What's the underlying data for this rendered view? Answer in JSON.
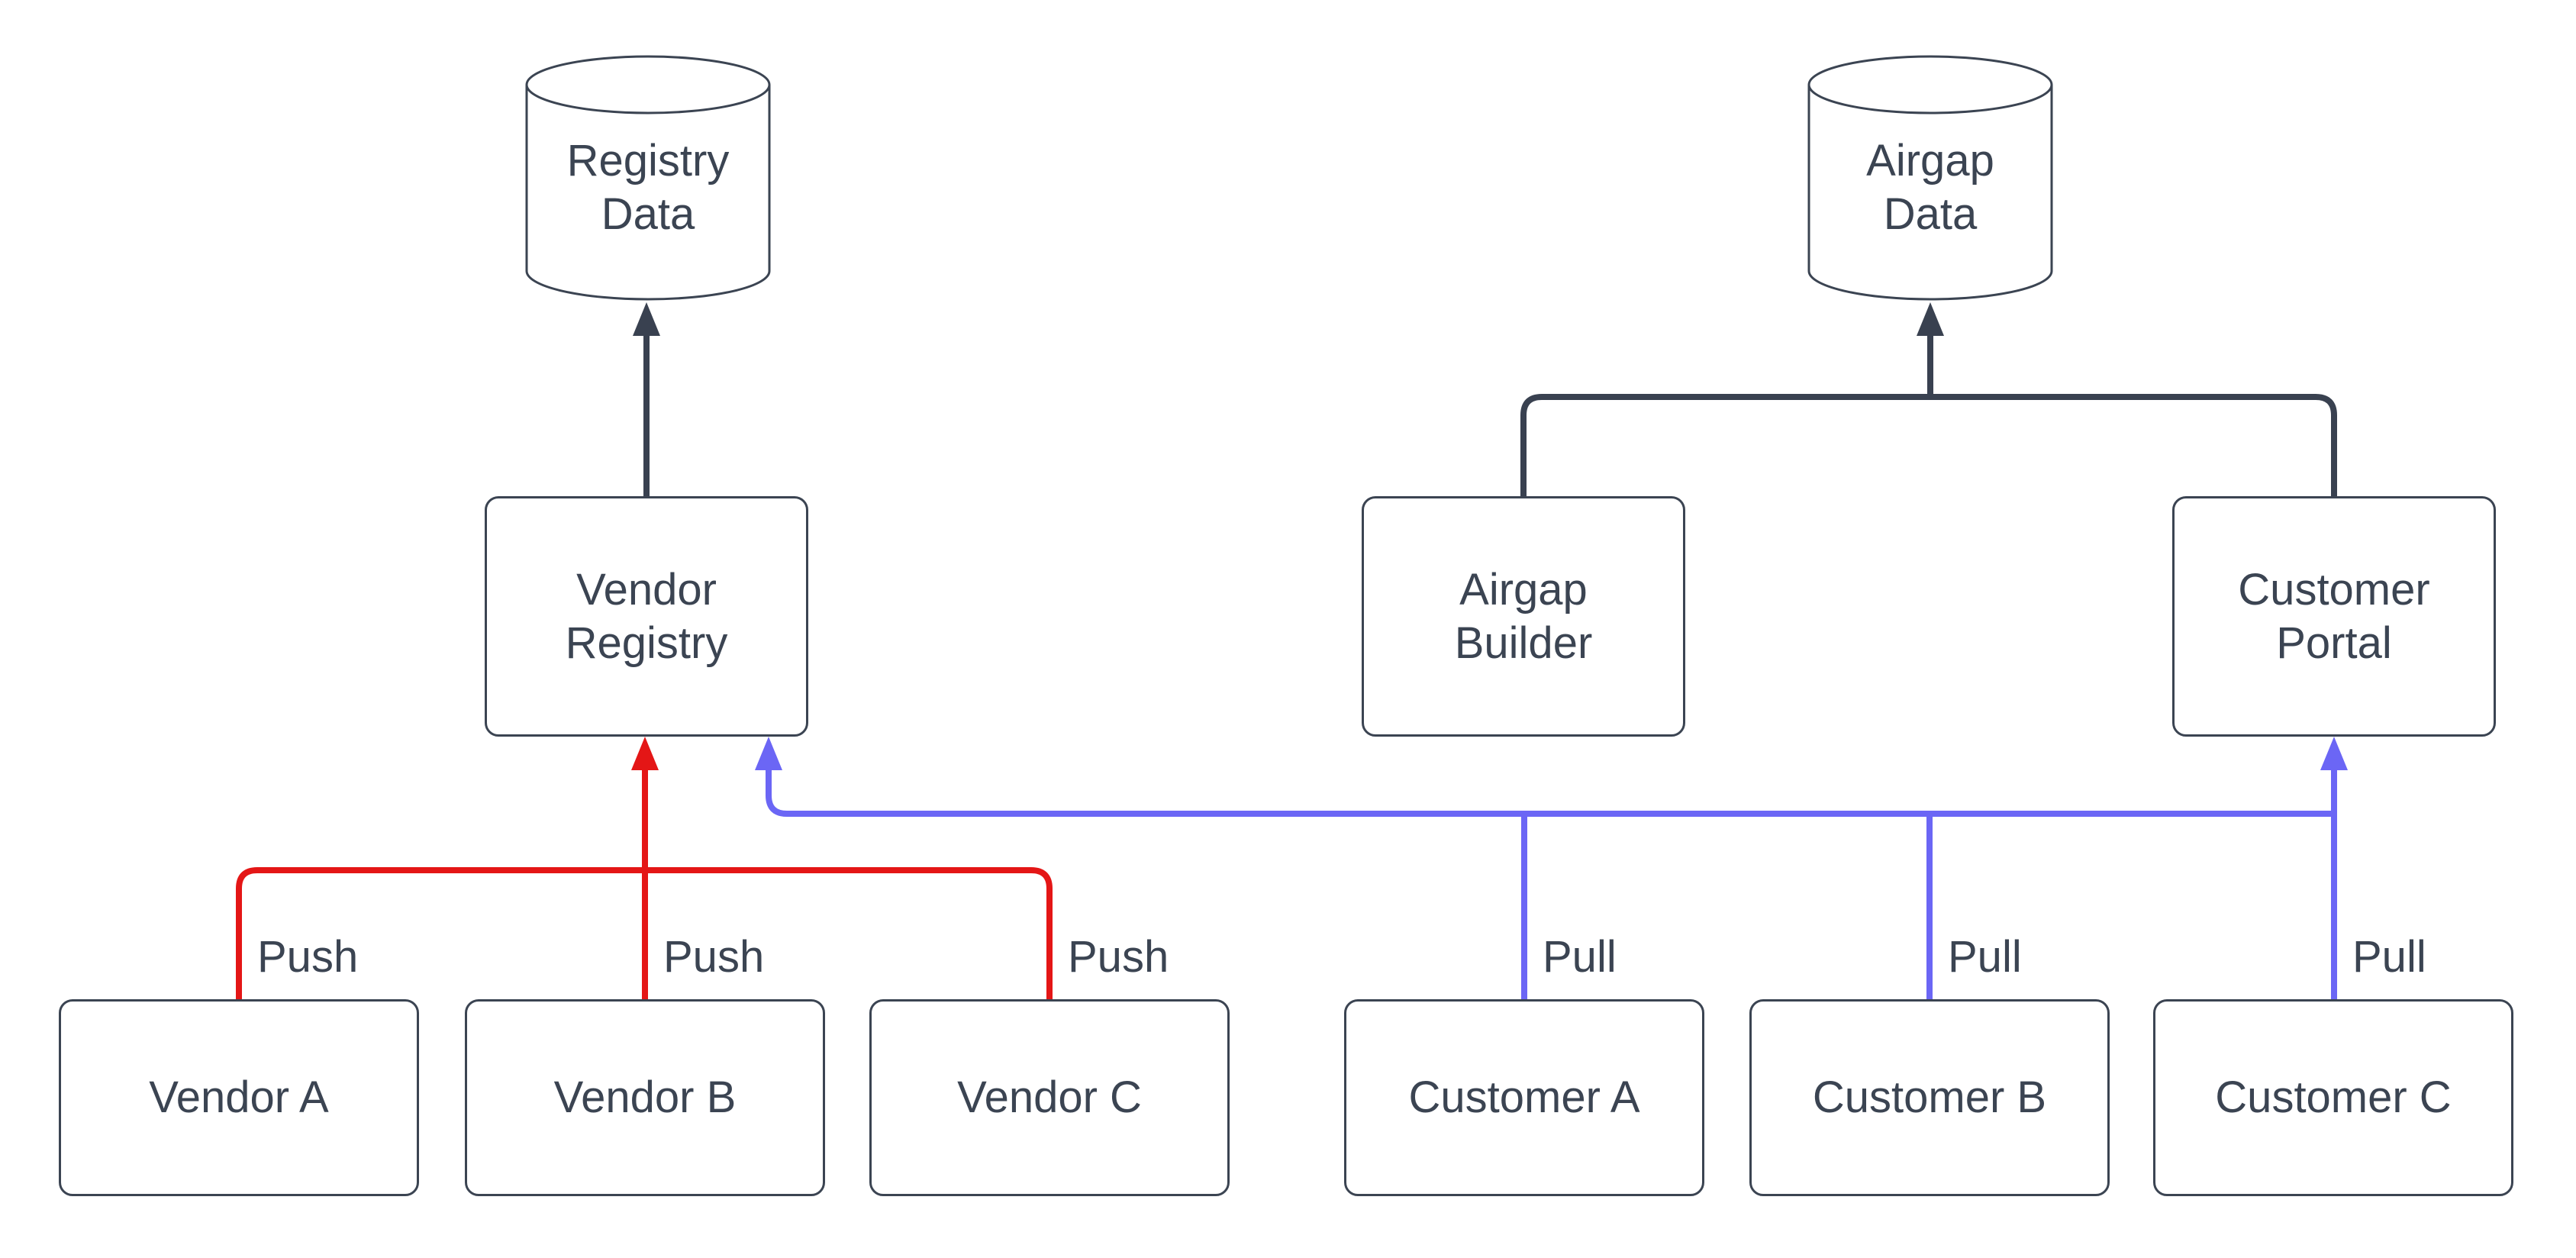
{
  "diagram": {
    "background_color": "#ffffff",
    "colors": {
      "ink": "#3B4452",
      "dark_connector": "#394150",
      "push_red": "#E41616",
      "pull_blue": "#6B66F5",
      "node_fill": "#ffffff"
    },
    "nodes": {
      "registry_data": {
        "label": "Registry\nData",
        "shape": "cylinder"
      },
      "airgap_data": {
        "label": "Airgap\nData",
        "shape": "cylinder"
      },
      "vendor_registry": {
        "label": "Vendor\nRegistry",
        "shape": "box"
      },
      "airgap_builder": {
        "label": "Airgap\nBuilder",
        "shape": "box"
      },
      "customer_portal": {
        "label": "Customer\nPortal",
        "shape": "box"
      },
      "vendor_a": {
        "label": "Vendor A",
        "shape": "box"
      },
      "vendor_b": {
        "label": "Vendor B",
        "shape": "box"
      },
      "vendor_c": {
        "label": "Vendor C",
        "shape": "box"
      },
      "customer_a": {
        "label": "Customer A",
        "shape": "box"
      },
      "customer_b": {
        "label": "Customer B",
        "shape": "box"
      },
      "customer_c": {
        "label": "Customer C",
        "shape": "box"
      }
    },
    "edge_labels": {
      "push_a": "Push",
      "push_b": "Push",
      "push_c": "Push",
      "pull_a": "Pull",
      "pull_b": "Pull",
      "pull_c": "Pull"
    },
    "edges": [
      {
        "from": "vendor_registry",
        "to": "registry_data",
        "color": "#394150",
        "label": ""
      },
      {
        "from": "airgap_builder",
        "to": "airgap_data",
        "color": "#394150",
        "label": ""
      },
      {
        "from": "customer_portal",
        "to": "airgap_data",
        "color": "#394150",
        "label": ""
      },
      {
        "from": "vendor_a",
        "to": "vendor_registry",
        "color": "#E41616",
        "label": "Push"
      },
      {
        "from": "vendor_b",
        "to": "vendor_registry",
        "color": "#E41616",
        "label": "Push"
      },
      {
        "from": "vendor_c",
        "to": "vendor_registry",
        "color": "#E41616",
        "label": "Push"
      },
      {
        "from": "customer_a",
        "to": "vendor_registry",
        "color": "#6B66F5",
        "label": "Pull"
      },
      {
        "from": "customer_b",
        "to": "vendor_registry",
        "color": "#6B66F5",
        "label": "Pull"
      },
      {
        "from": "customer_c",
        "to": "customer_portal",
        "color": "#6B66F5",
        "label": "Pull"
      }
    ]
  }
}
